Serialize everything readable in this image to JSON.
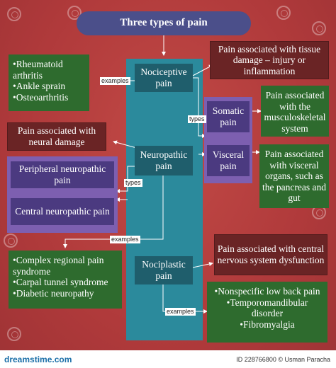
{
  "title": "Three types of pain",
  "main_types": {
    "nociceptive": "Nociceptive pain",
    "neuropathic": "Neuropathic pain",
    "nociplastic": "Nociplastic pain"
  },
  "descriptions": {
    "nociceptive": "Pain associated with tissue damage – injury or inflammation",
    "neuropathic": "Pain associated with neural damage",
    "nociplastic": "Pain associated with central nervous system dysfunction"
  },
  "nociceptive_types": {
    "somatic": "Somatic pain",
    "somatic_desc": "Pain associated with the musculoskeletal system",
    "visceral": "Visceral pain",
    "visceral_desc": "Pain associated with visceral organs, such as the pancreas and gut"
  },
  "neuropathic_types": {
    "peripheral": "Peripheral neuropathic pain",
    "central": "Central neuropathic pain"
  },
  "examples": {
    "nociceptive": [
      "•Rheumatoid arthritis",
      "•Ankle sprain",
      "•Osteoarthritis"
    ],
    "neuropathic": [
      "•Complex regional pain syndrome",
      "•Carpal tunnel syndrome",
      "•Diabetic neuropathy"
    ],
    "nociplastic": [
      "•Nonspecific low back pain",
      "•Temporomandibular disorder",
      "•Fibromyalgia"
    ]
  },
  "connector_labels": {
    "examples": "examples",
    "types": "types"
  },
  "footer": {
    "logo": "dreamstime.com",
    "id": "ID 228766800 © Usman Paracha"
  }
}
